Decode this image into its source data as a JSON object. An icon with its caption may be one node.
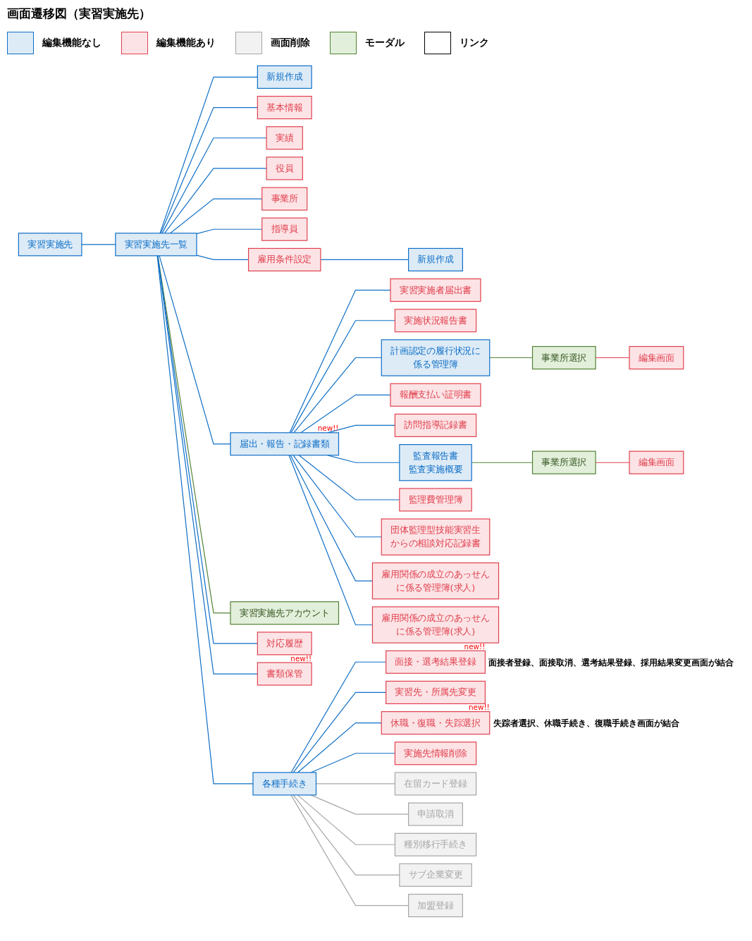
{
  "diagram": {
    "title": "画面遷移図（実習実施先）",
    "nodes": [
      {
        "text": [
          "実習実施先"
        ]
      },
      {
        "text": [
          "実習実施先一覧"
        ]
      },
      {
        "text": [
          "新規作成"
        ]
      },
      {
        "text": [
          "基本情報"
        ]
      },
      {
        "text": [
          "実績"
        ]
      },
      {
        "text": [
          "役員"
        ]
      },
      {
        "text": [
          "事業所"
        ]
      },
      {
        "text": [
          "指導員"
        ]
      },
      {
        "text": [
          "雇用条件設定"
        ]
      },
      {
        "text": [
          "新規作成"
        ]
      },
      {
        "text": [
          "届出・報告・記録書類"
        ],
        "beside": [
          "new!!"
        ]
      },
      {
        "text": [
          "実習実施先アカウント"
        ]
      },
      {
        "text": [
          "実習実施者届出書"
        ]
      },
      {
        "text": [
          "実施状況報告書"
        ]
      },
      {
        "text": [
          "計画認定の履行状況に係る管理簿"
        ]
      },
      {
        "text": [
          "事業所選択"
        ]
      },
      {
        "text": [
          "編集画面"
        ]
      },
      {
        "text": [
          "報酬支払い証明書"
        ]
      },
      {
        "text": [
          "訪問指導記録書"
        ]
      },
      {
        "text": [
          "監査報告書監査実施概要"
        ]
      },
      {
        "text": [
          "事業所選択"
        ]
      },
      {
        "text": [
          "編集画面"
        ]
      },
      {
        "text": [
          "監理費管理簿"
        ]
      },
      {
        "text": [
          "団体監理型技能実習生からの相談対応記録書"
        ]
      },
      {
        "text": [
          "雇用関係の成立のあっせんに係る管理簿(求人)"
        ]
      },
      {
        "text": [
          "雇用関係の成立のあっせんに係る管理簿(求人)"
        ]
      },
      {
        "text": [
          "各種手続き"
        ]
      },
      {
        "text": [
          "面接・選考結果登録"
        ],
        "beside": [
          "new!!",
          "面接者登録、面接取消、選考結果登録、採用結果変更画面が結合"
        ]
      },
      {
        "text": [
          "実習先・所属先変更"
        ]
      },
      {
        "text": [
          "休職・復職・失踪選択"
        ],
        "beside": [
          "new!!",
          "失踪者選択、休職手続き、復職手続き画面が結合"
        ]
      },
      {
        "text": [
          "実施先情報削除"
        ]
      },
      {
        "text": [
          "在留カード登録"
        ]
      },
      {
        "text": [
          "申請取消"
        ]
      },
      {
        "text": [
          "種別移行手続き"
        ]
      },
      {
        "text": [
          "サブ企業変更"
        ]
      },
      {
        "text": [
          "加盟登録"
        ]
      },
      {
        "text": [
          "対応履歴"
        ]
      },
      {
        "text": [
          "書類保管"
        ],
        "beside": [
          "new!!"
        ]
      }
    ],
    "edges": [
      {
        "from": 0,
        "to": 1,
        "arrow": "none"
      },
      {
        "from": 1,
        "to": 2,
        "arrow": "none"
      },
      {
        "from": 1,
        "to": 3,
        "arrow": "none"
      },
      {
        "from": 1,
        "to": 4,
        "arrow": "none"
      },
      {
        "from": 1,
        "to": 5,
        "arrow": "none"
      },
      {
        "from": 1,
        "to": 6,
        "arrow": "none"
      },
      {
        "from": 1,
        "to": 7,
        "arrow": "none"
      },
      {
        "from": 1,
        "to": 8,
        "arrow": "none"
      },
      {
        "from": 8,
        "to": 9,
        "arrow": "none"
      },
      {
        "from": 1,
        "to": 10,
        "arrow": "none"
      },
      {
        "from": 1,
        "to": 11,
        "arrow": "none",
        "color": "#548235"
      },
      {
        "from": 10,
        "to": 12,
        "arrow": "none"
      },
      {
        "from": 10,
        "to": 13,
        "arrow": "none"
      },
      {
        "from": 10,
        "to": 14,
        "arrow": "none"
      },
      {
        "from": 14,
        "to": 15,
        "arrow": "none",
        "color": "#548235"
      },
      {
        "from": 15,
        "to": 16,
        "arrow": "none",
        "color": "#e0404f"
      },
      {
        "from": 10,
        "to": 17,
        "arrow": "none"
      },
      {
        "from": 10,
        "to": 18,
        "arrow": "none"
      },
      {
        "from": 10,
        "to": 19,
        "arrow": "none"
      },
      {
        "from": 19,
        "to": 20,
        "arrow": "none",
        "color": "#548235"
      },
      {
        "from": 20,
        "to": 21,
        "arrow": "none",
        "color": "#e0404f"
      },
      {
        "from": 10,
        "to": 22,
        "arrow": "none"
      },
      {
        "from": 10,
        "to": 23,
        "arrow": "none"
      },
      {
        "from": 10,
        "to": 24,
        "arrow": "none"
      },
      {
        "from": 10,
        "to": 25,
        "arrow": "none"
      },
      {
        "from": 1,
        "to": 26,
        "arrow": "none"
      },
      {
        "from": 26,
        "to": 27,
        "arrow": "none"
      },
      {
        "from": 26,
        "to": 28,
        "arrow": "none"
      },
      {
        "from": 26,
        "to": 29,
        "arrow": "none"
      },
      {
        "from": 26,
        "to": 30,
        "arrow": "none"
      },
      {
        "from": 26,
        "to": 31,
        "arrow": "none",
        "color": "#a6a6a6"
      },
      {
        "from": 26,
        "to": 32,
        "arrow": "none",
        "color": "#a6a6a6"
      },
      {
        "from": 26,
        "to": 33,
        "arrow": "none",
        "color": "#a6a6a6"
      },
      {
        "from": 26,
        "to": 34,
        "arrow": "none",
        "color": "#a6a6a6"
      },
      {
        "from": 26,
        "to": 35,
        "arrow": "none",
        "color": "#a6a6a6"
      },
      {
        "from": 1,
        "to": 36,
        "arrow": "none"
      },
      {
        "from": 1,
        "to": 37,
        "arrow": "none"
      }
    ],
    "legend": [
      {
        "text": "編集機能なし",
        "color": "#ddebf7"
      },
      {
        "text": "編集機能あり",
        "color": "#fce4e6"
      },
      {
        "text": "画面削除",
        "color": "#f2f2f2"
      },
      {
        "text": "モーダル",
        "color": "#e2efda"
      },
      {
        "text": "リンク",
        "color": "#ffffff"
      }
    ]
  }
}
